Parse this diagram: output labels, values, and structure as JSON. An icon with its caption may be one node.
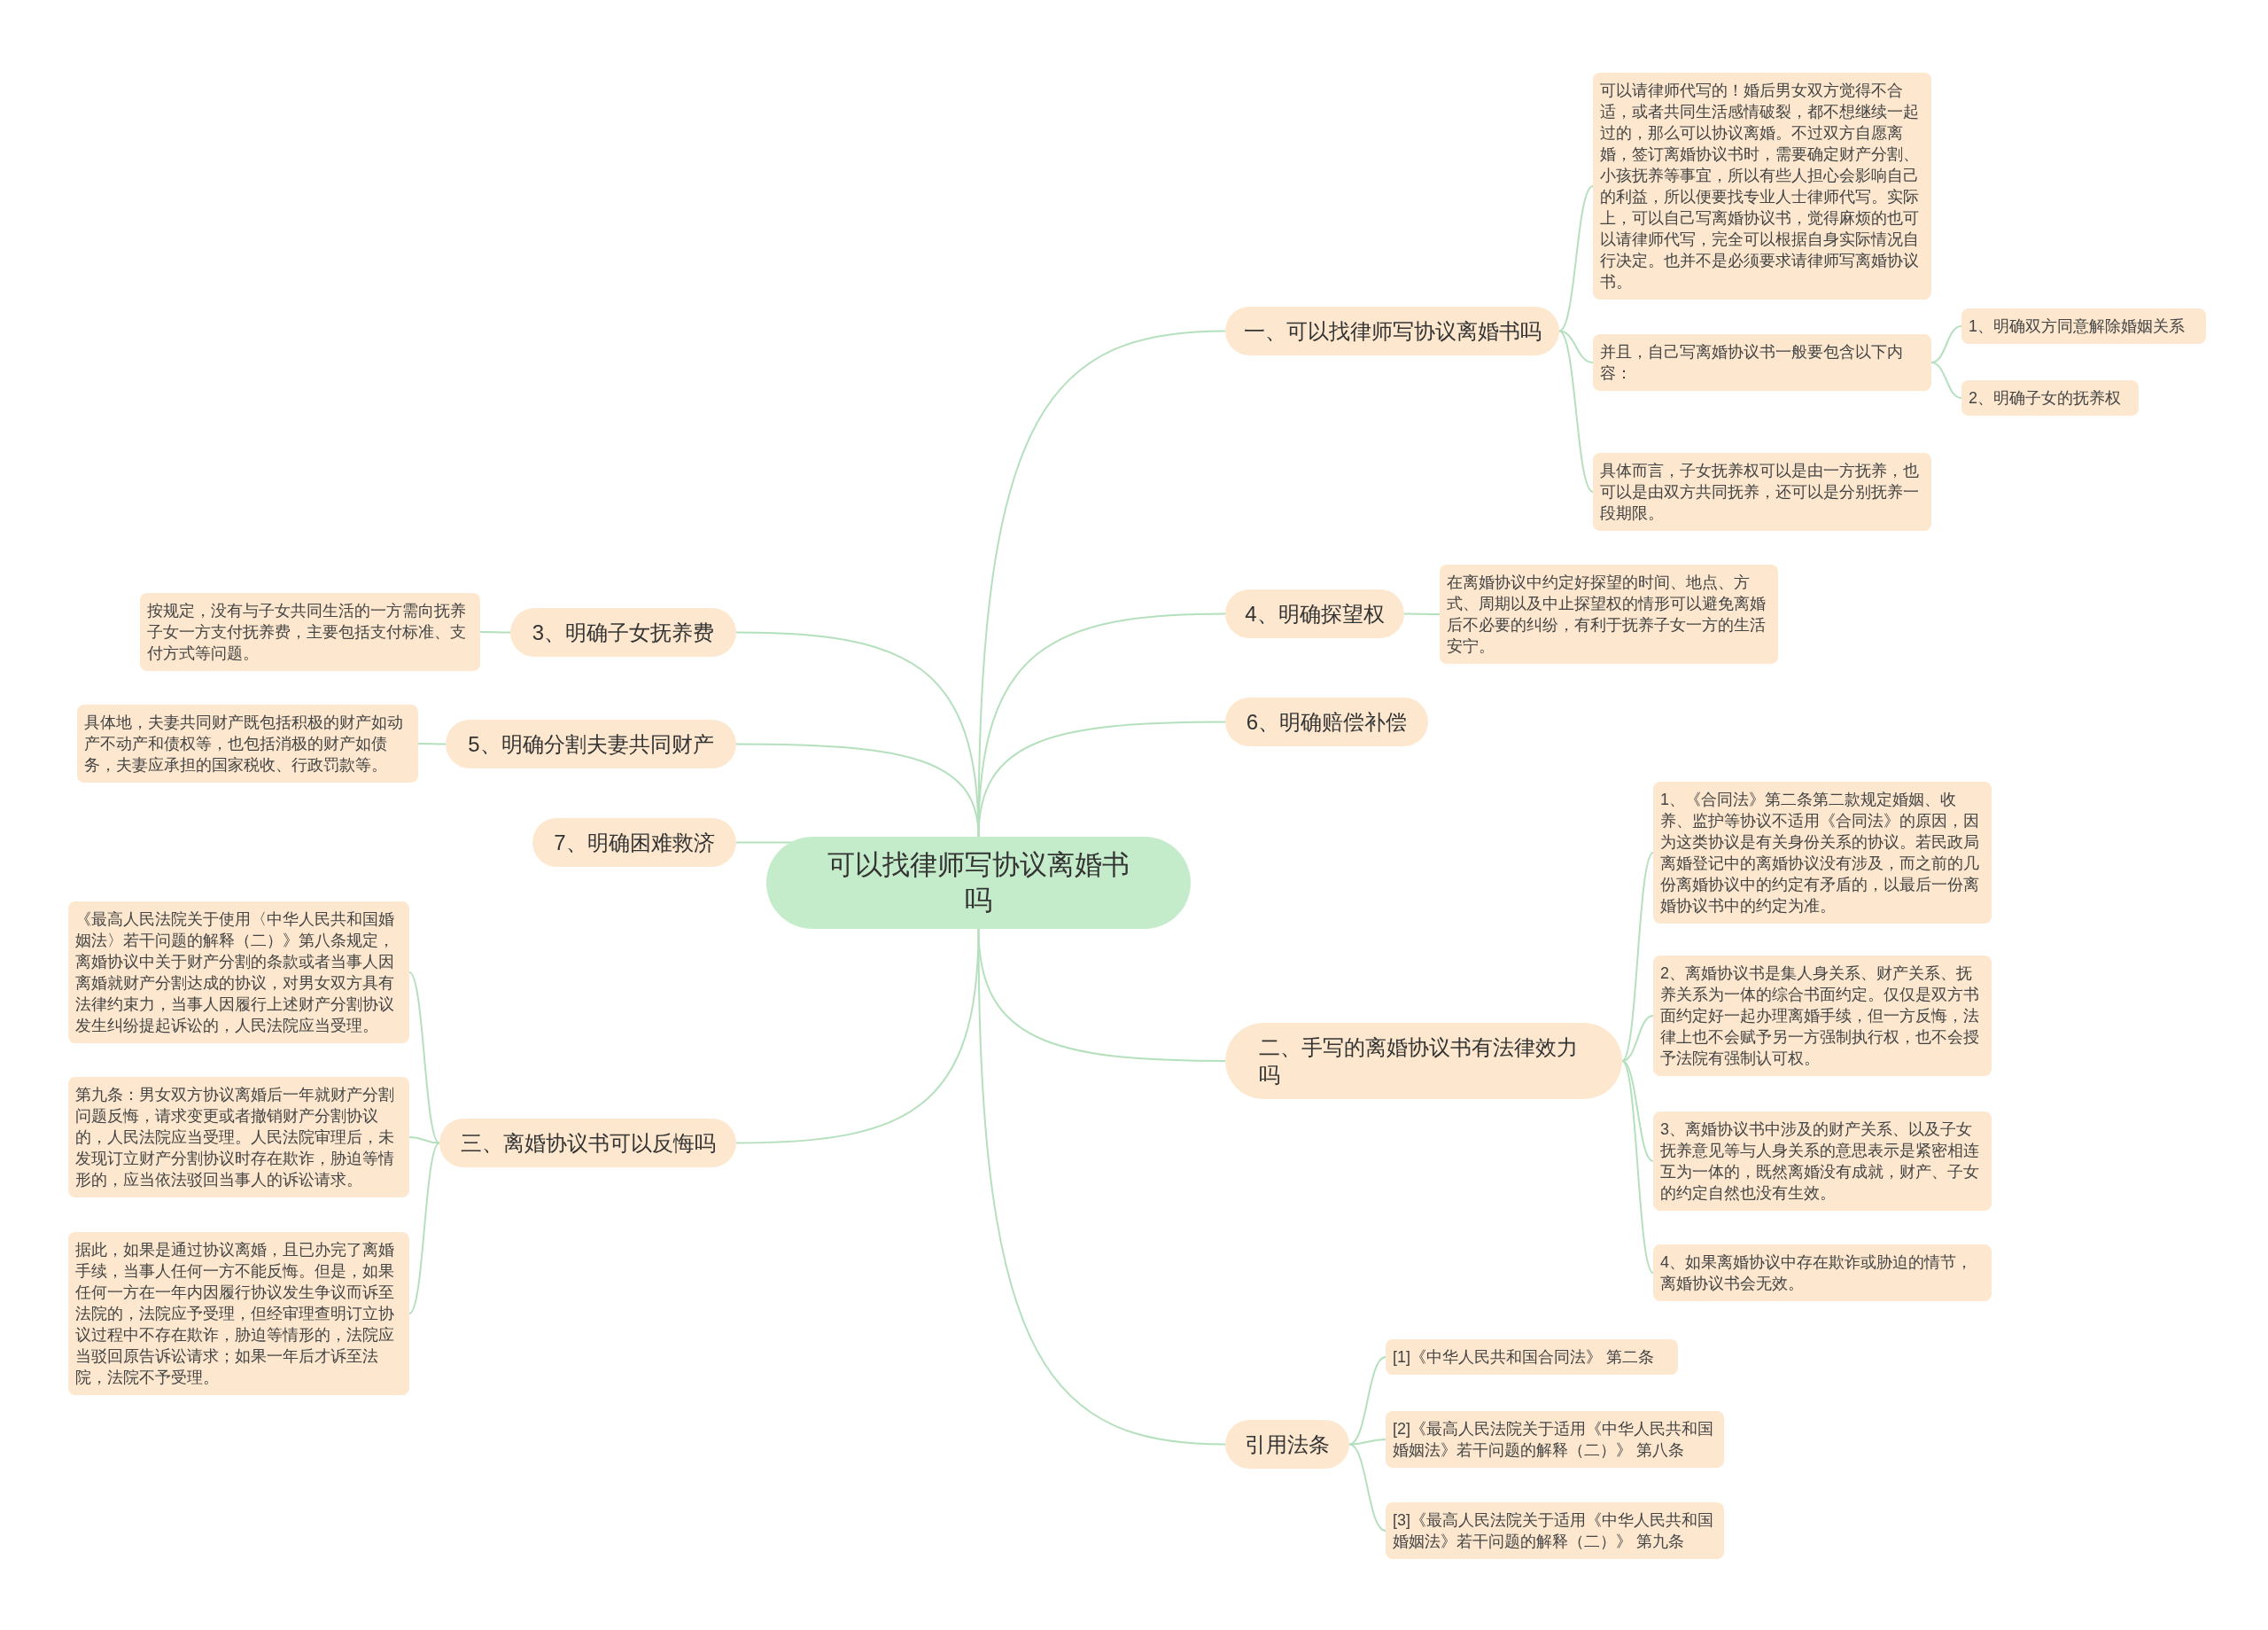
{
  "diagram": {
    "nodes": [
      {
        "text": [
          "可以找律师写协议离婚书吗"
        ]
      },
      {
        "text": [
          "一、可以找律师写协议离婚书吗"
        ]
      },
      {
        "text": [
          "可以请律师代写的！婚后男女双方觉得不合适，或者共同生活感情破裂，都不想继续一起过的，那么可以协议离婚。不过双方自愿离婚，签订离婚协议书时，需要确定财产分割、小孩抚养等事宜，所以有些人担心会影响自己的利益，所以便要找专业人士律师代写。实际上，可以自己写离婚协议书，觉得麻烦的也可以请律师代写，完全可以根据自身实际情况自行决定。也并不是必须要求请律师写离婚协议书。"
        ]
      },
      {
        "text": [
          "并且，自己写离婚协议书一般要包含以下内容："
        ]
      },
      {
        "text": [
          "1、明确双方同意解除婚姻关系"
        ]
      },
      {
        "text": [
          "2、明确子女的抚养权"
        ]
      },
      {
        "text": [
          "具体而言，子女抚养权可以是由一方抚养，也可以是由双方共同抚养，还可以是分别抚养一段期限。"
        ]
      },
      {
        "text": [
          "4、明确探望权"
        ]
      },
      {
        "text": [
          "在离婚协议中约定好探望的时间、地点、方式、周期以及中止探望权的情形可以避免离婚后不必要的纠纷，有利于抚养子女一方的生活安宁。"
        ]
      },
      {
        "text": [
          "6、明确赔偿补偿"
        ]
      },
      {
        "text": [
          "二、手写的离婚协议书有法律效力吗"
        ]
      },
      {
        "text": [
          "1、《合同法》第二条第二款规定婚姻、收养、监护等协议不适用《合同法》的原因，因为这类协议是有关身份关系的协议。若民政局离婚登记中的离婚协议没有涉及，而之前的几份离婚协议中的约定有矛盾的，以最后一份离婚协议书中的约定为准。"
        ]
      },
      {
        "text": [
          "2、离婚协议书是集人身关系、财产关系、抚养关系为一体的综合书面约定。仅仅是双方书面约定好一起办理离婚手续，但一方反悔，法律上也不会赋予另一方强制执行权，也不会授予法院有强制认可权。"
        ]
      },
      {
        "text": [
          "3、离婚协议书中涉及的财产关系、以及子女抚养意见等与人身关系的意思表示是紧密相连互为一体的，既然离婚没有成就，财产、子女的约定自然也没有生效。"
        ]
      },
      {
        "text": [
          "4、如果离婚协议中存在欺诈或胁迫的情节，离婚协议书会无效。"
        ]
      },
      {
        "text": [
          "引用法条"
        ]
      },
      {
        "text": [
          "[1]《中华人民共和国合同法》 第二条"
        ]
      },
      {
        "text": [
          "[2]《最高人民法院关于适用《中华人民共和国婚姻法》若干问题的解释（二）》 第八条"
        ]
      },
      {
        "text": [
          "[3]《最高人民法院关于适用《中华人民共和国婚姻法》若干问题的解释（二）》 第九条"
        ]
      },
      {
        "text": [
          "3、明确子女抚养费"
        ]
      },
      {
        "text": [
          "按规定，没有与子女共同生活的一方需向抚养子女一方支付抚养费，主要包括支付标准、支付方式等问题。"
        ]
      },
      {
        "text": [
          "5、明确分割夫妻共同财产"
        ]
      },
      {
        "text": [
          "具体地，夫妻共同财产既包括积极的财产如动产不动产和债权等，也包括消极的财产如债务，夫妻应承担的国家税收、行政罚款等。"
        ]
      },
      {
        "text": [
          "7、明确困难救济"
        ]
      },
      {
        "text": [
          "三、离婚协议书可以反悔吗"
        ]
      },
      {
        "text": [
          "《最高人民法院关于使用〈中华人民共和国婚姻法〉若干问题的解释（二）》第八条规定，离婚协议中关于财产分割的条款或者当事人因离婚就财产分割达成的协议，对男女双方具有法律约束力，当事人因履行上述财产分割协议发生纠纷提起诉讼的，人民法院应当受理。"
        ]
      },
      {
        "text": [
          "第九条：男女双方协议离婚后一年就财产分割问题反悔，请求变更或者撤销财产分割协议的，人民法院应当受理。人民法院审理后，未发现订立财产分割协议时存在欺诈，胁迫等情形的，应当依法驳回当事人的诉讼请求。"
        ]
      },
      {
        "text": [
          "据此，如果是通过协议离婚，且已办完了离婚手续，当事人任何一方不能反悔。但是，如果任何一方在一年内因履行协议发生争议而诉至法院的，法院应予受理，但经审理查明订立协议过程中不存在欺诈，胁迫等情形的，法院应当驳回原告诉讼请求；如果一年后才诉至法院，法院不予受理。"
        ]
      }
    ],
    "edges": [
      {
        "from": 0,
        "to": 1,
        "arrow": "none"
      },
      {
        "from": 1,
        "to": 2,
        "arrow": "none"
      },
      {
        "from": 1,
        "to": 3,
        "arrow": "none"
      },
      {
        "from": 3,
        "to": 4,
        "arrow": "none"
      },
      {
        "from": 3,
        "to": 5,
        "arrow": "none"
      },
      {
        "from": 1,
        "to": 6,
        "arrow": "none"
      },
      {
        "from": 0,
        "to": 7,
        "arrow": "none"
      },
      {
        "from": 7,
        "to": 8,
        "arrow": "none"
      },
      {
        "from": 0,
        "to": 9,
        "arrow": "none"
      },
      {
        "from": 0,
        "to": 10,
        "arrow": "none"
      },
      {
        "from": 10,
        "to": 11,
        "arrow": "none"
      },
      {
        "from": 10,
        "to": 12,
        "arrow": "none"
      },
      {
        "from": 10,
        "to": 13,
        "arrow": "none"
      },
      {
        "from": 10,
        "to": 14,
        "arrow": "none"
      },
      {
        "from": 0,
        "to": 15,
        "arrow": "none"
      },
      {
        "from": 15,
        "to": 16,
        "arrow": "none"
      },
      {
        "from": 15,
        "to": 17,
        "arrow": "none"
      },
      {
        "from": 15,
        "to": 18,
        "arrow": "none"
      },
      {
        "from": 0,
        "to": 19,
        "arrow": "none"
      },
      {
        "from": 19,
        "to": 20,
        "arrow": "none"
      },
      {
        "from": 0,
        "to": 21,
        "arrow": "none"
      },
      {
        "from": 21,
        "to": 22,
        "arrow": "none"
      },
      {
        "from": 0,
        "to": 23,
        "arrow": "none"
      },
      {
        "from": 0,
        "to": 24,
        "arrow": "none"
      },
      {
        "from": 24,
        "to": 25,
        "arrow": "none"
      },
      {
        "from": 24,
        "to": 26,
        "arrow": "none"
      },
      {
        "from": 24,
        "to": 27,
        "arrow": "none"
      }
    ]
  }
}
